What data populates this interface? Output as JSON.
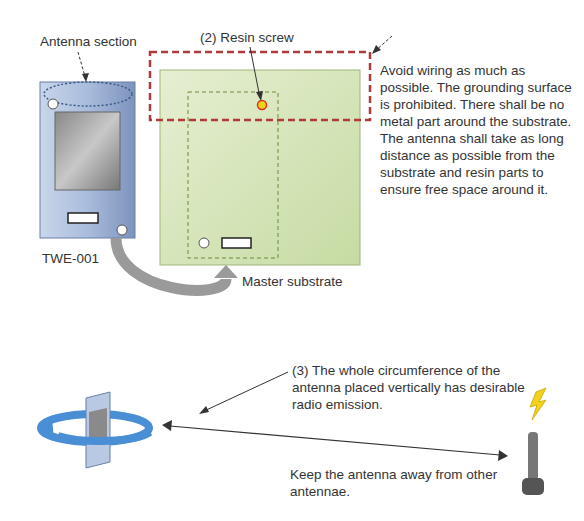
{
  "diagram": {
    "nodes": [
      {
        "text": [
          "TWE-001"
        ]
      },
      {
        "text": [
          "Master substrate"
        ]
      }
    ],
    "edges": [
      {
        "from": 0,
        "to": 1,
        "arrow": "to"
      }
    ],
    "labels": [
      "Antenna section",
      "(2) Resin screw",
      "Avoid wiring as much as possible. The grounding surface is prohibited. There shall be no metal part around the substrate. The antenna shall take as long distance as possible from the substrate and resin parts to ensure free space around it.",
      "(3) The whole circumference of the antenna placed vertically has desirable radio emission.",
      "Keep the antenna away from other antennae."
    ]
  }
}
